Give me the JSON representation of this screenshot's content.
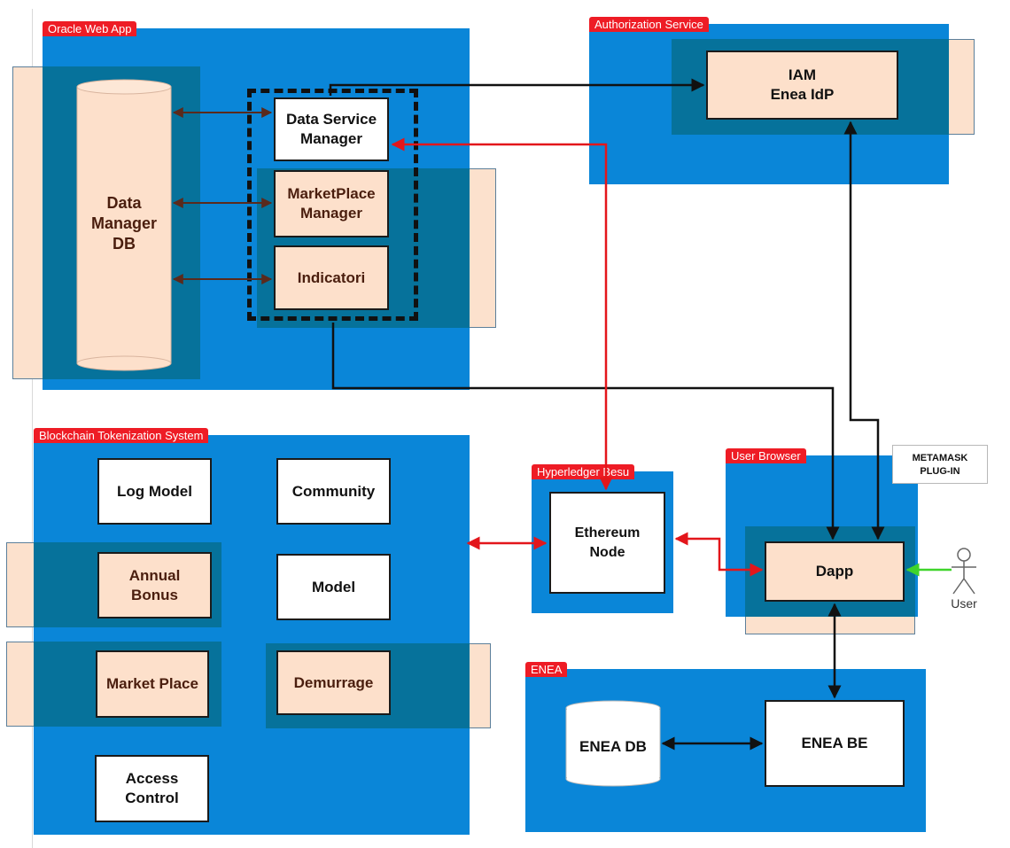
{
  "containers": {
    "oracle": "Oracle Web App",
    "auth": "Authorization Service",
    "blockchain": "Blockchain Tokenization System",
    "besu": "Hyperledger Besu",
    "browser": "User Browser",
    "enea": "ENEA"
  },
  "components": {
    "data_manager_db": "Data\nManager\nDB",
    "data_service_manager": "Data Service\nManager",
    "marketplace_manager": "MarketPlace\nManager",
    "indicatori": "Indicatori",
    "iam": "IAM\nEnea IdP",
    "log_model": "Log Model",
    "community": "Community",
    "annual_bonus": "Annual\nBonus",
    "model": "Model",
    "market_place": "Market Place",
    "demurrage": "Demurrage",
    "access_control": "Access\nControl",
    "ethereum_node": "Ethereum\nNode",
    "dapp": "Dapp",
    "metamask": "METAMASK\nPLUG-IN",
    "user": "User",
    "enea_db": "ENEA DB",
    "enea_be": "ENEA BE"
  },
  "colors": {
    "panel": "#0a86d8",
    "inner_panel": "#06729b",
    "peach": "#fde0cb",
    "tag": "#ee1c25",
    "red_link": "#e3161b",
    "black_link": "#111111",
    "brown_link": "#5a2a1c",
    "green_link": "#3fd42b"
  }
}
